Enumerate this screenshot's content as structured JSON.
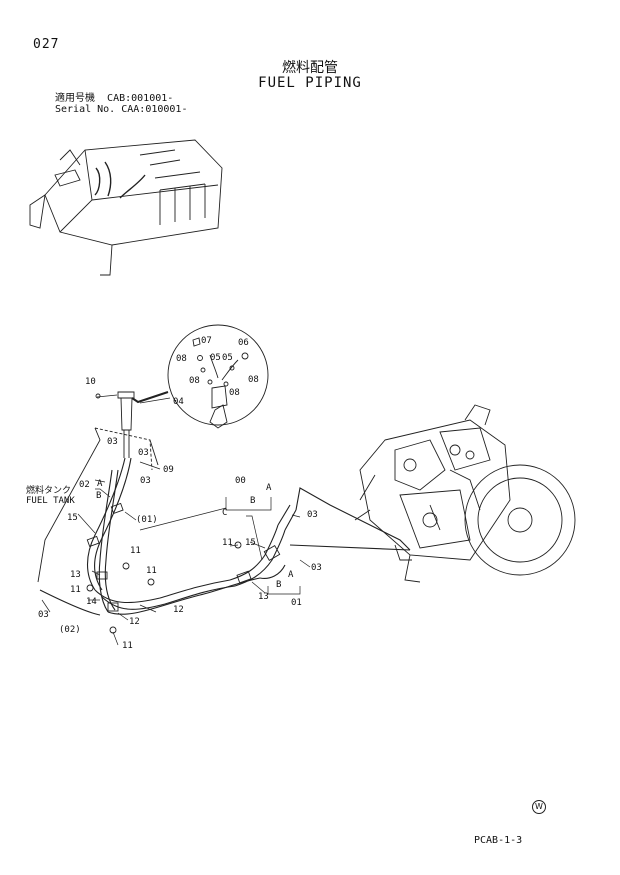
{
  "header": {
    "page_number": "027",
    "title_jp": "燃料配管",
    "title_en": "FUEL PIPING"
  },
  "serial": {
    "row1_label": "適用号機",
    "row1_value": "CAB:001001-",
    "row2_label": "Serial No.",
    "row2_value": "CAA:010001-"
  },
  "callouts": {
    "p00": "00",
    "p01": "01",
    "p02": "02",
    "p02_paren": "(02)",
    "p01_paren": "(01)",
    "p03": "03",
    "p04": "04",
    "p05": "05",
    "p06": "06",
    "p07": "07",
    "p08": "08",
    "p09": "09",
    "p10": "10",
    "p11": "11",
    "p12": "12",
    "p13": "13",
    "p14": "14",
    "p15": "15",
    "A": "A",
    "B": "B",
    "C": "C"
  },
  "fuel_tank": {
    "label_jp": "燃料タンク",
    "label_en": "FUEL TANK"
  },
  "footer": {
    "code": "PCAB-1-3",
    "mark": "W"
  }
}
